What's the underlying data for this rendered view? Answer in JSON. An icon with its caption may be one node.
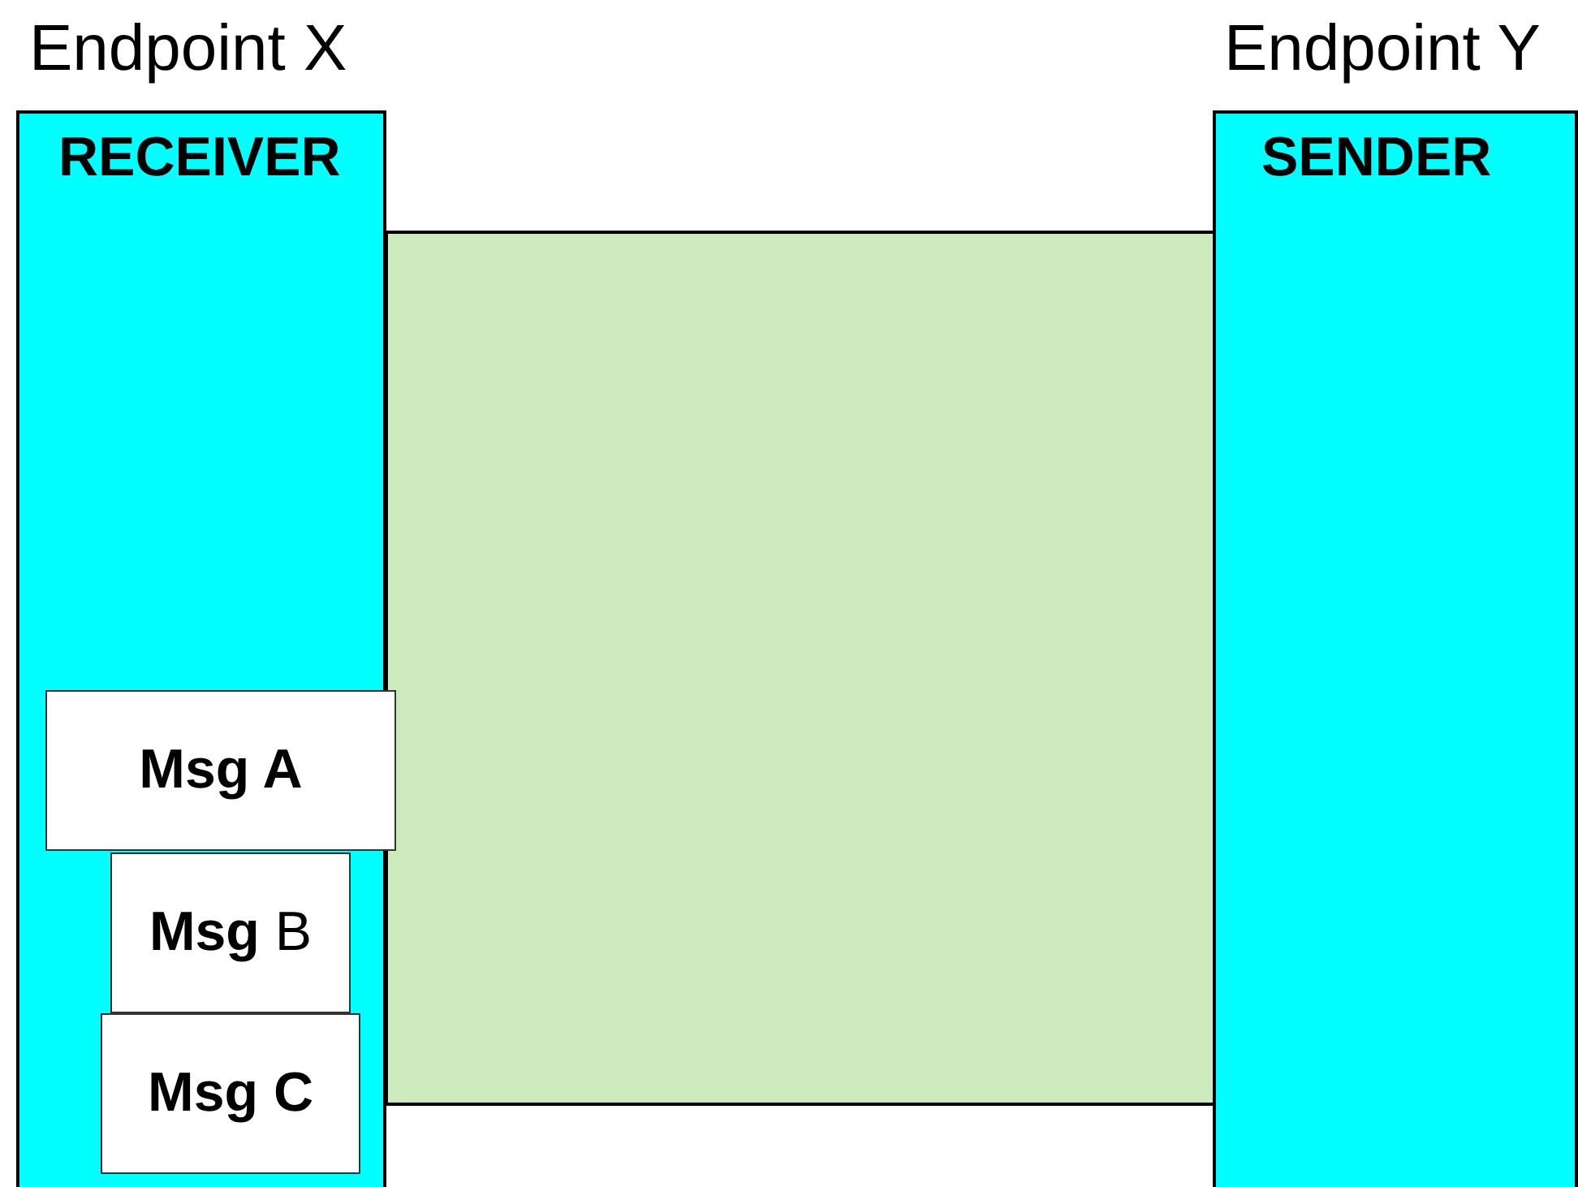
{
  "diagram": {
    "nodes": [
      {
        "text": [
          "Endpoint X",
          "RECEIVER"
        ]
      },
      {
        "text": [],
        "shape": "box"
      },
      {
        "text": [
          "Endpoint Y",
          "SENDER"
        ]
      },
      {
        "text": [
          "Msg A"
        ],
        "in": 0
      },
      {
        "text": [
          "**Msg** B"
        ],
        "in": 0
      },
      {
        "text": [
          "Msg C"
        ],
        "in": 0
      }
    ]
  }
}
